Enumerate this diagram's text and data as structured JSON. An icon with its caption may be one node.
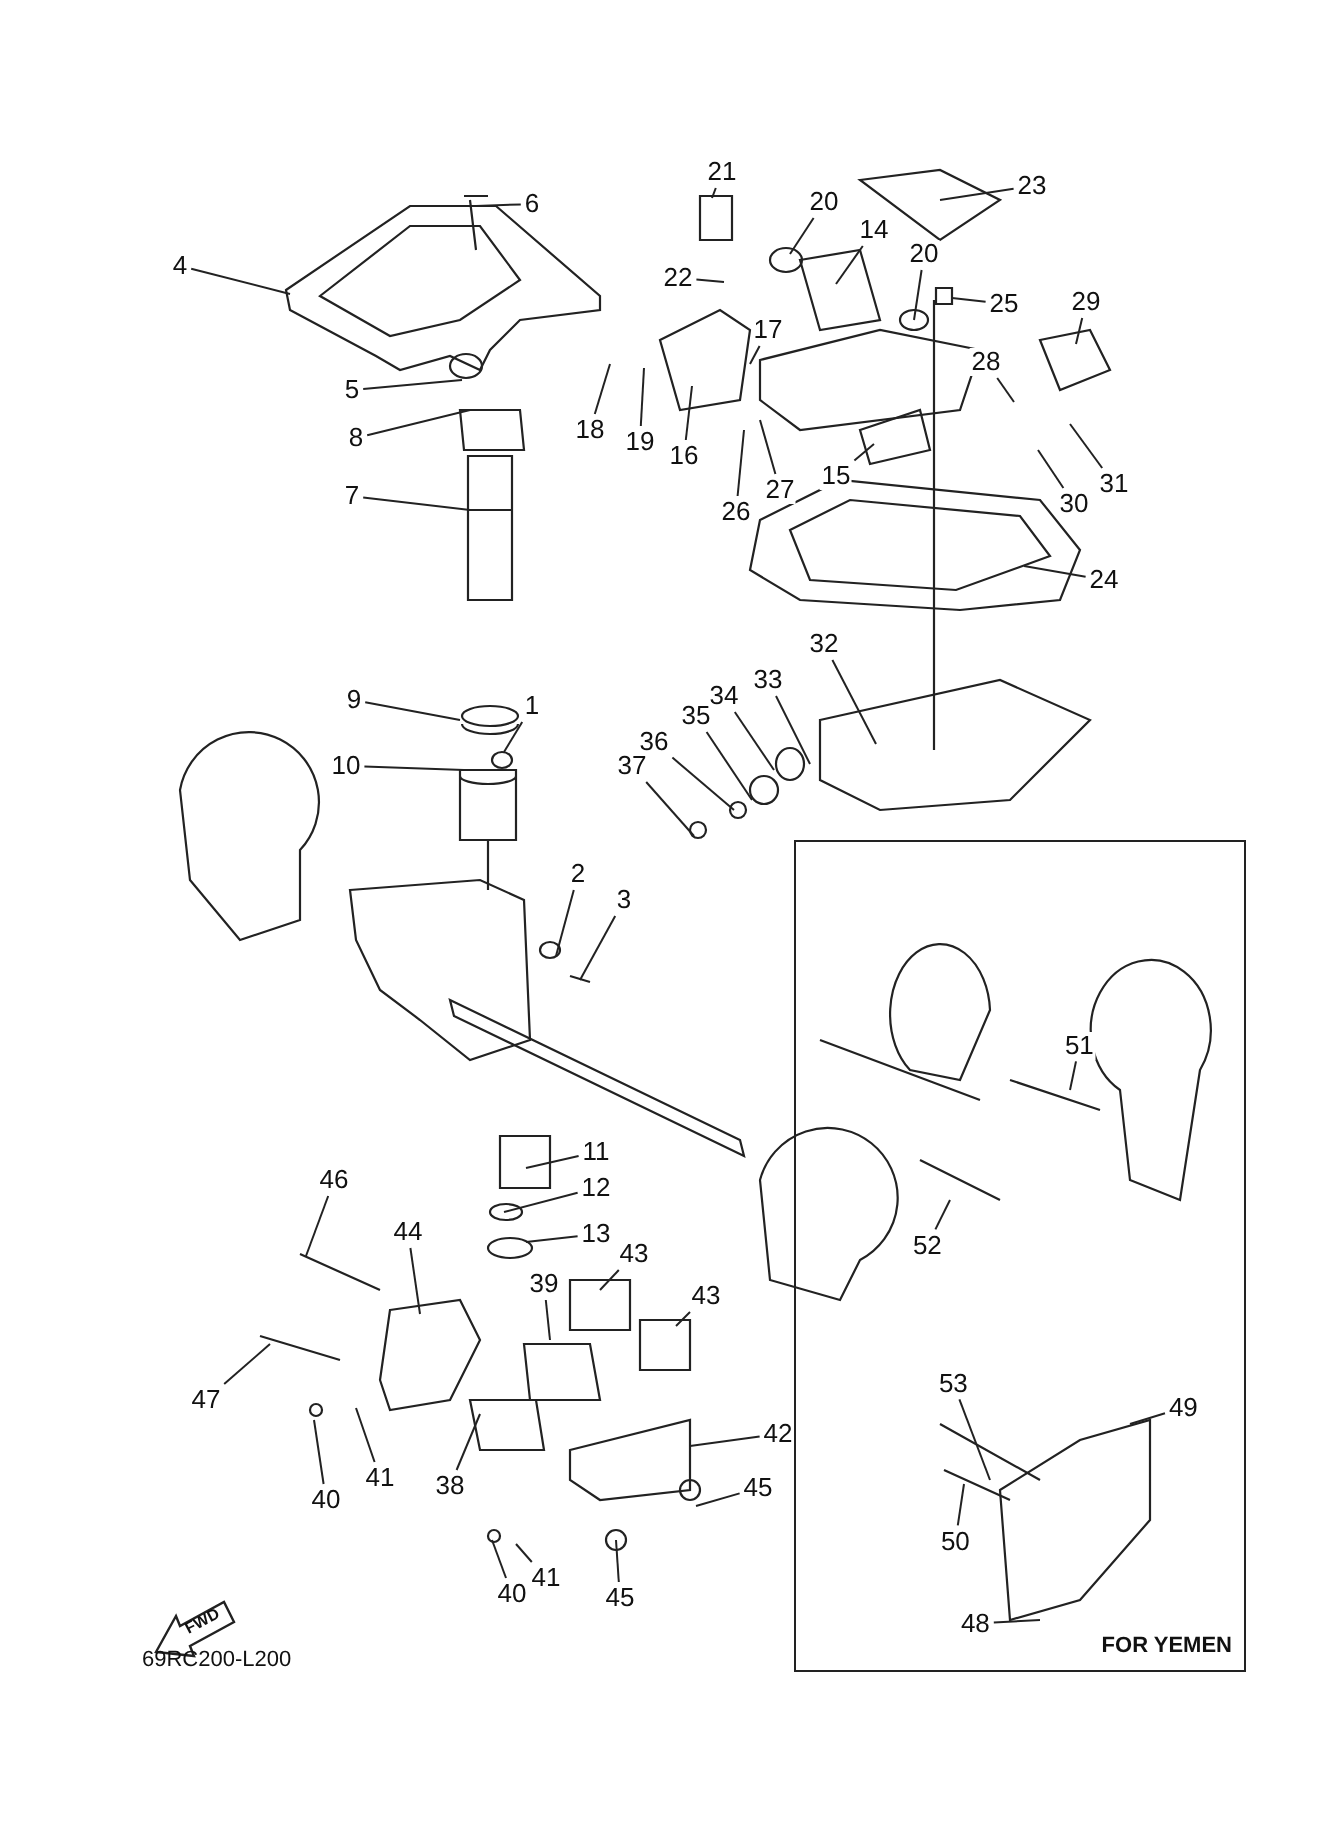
{
  "diagram": {
    "nodes": [
      {
        "text": [
          "6"
        ]
      },
      {
        "text": [
          "4"
        ]
      },
      {
        "text": [
          "21"
        ]
      },
      {
        "text": [
          "20"
        ]
      },
      {
        "text": [
          "23"
        ]
      },
      {
        "text": [
          "14"
        ]
      },
      {
        "text": [
          "20"
        ]
      },
      {
        "text": [
          "22"
        ]
      },
      {
        "text": [
          "25"
        ]
      },
      {
        "text": [
          "29"
        ]
      },
      {
        "text": [
          "17"
        ]
      },
      {
        "text": [
          "5"
        ]
      },
      {
        "text": [
          "18"
        ]
      },
      {
        "text": [
          "19"
        ]
      },
      {
        "text": [
          "16"
        ]
      },
      {
        "text": [
          "8"
        ]
      },
      {
        "text": [
          "28"
        ]
      },
      {
        "text": [
          "27"
        ]
      },
      {
        "text": [
          "26"
        ]
      },
      {
        "text": [
          "15"
        ]
      },
      {
        "text": [
          "30"
        ]
      },
      {
        "text": [
          "31"
        ]
      },
      {
        "text": [
          "24"
        ]
      },
      {
        "text": [
          "7"
        ]
      },
      {
        "text": [
          "32"
        ]
      },
      {
        "text": [
          "33"
        ]
      },
      {
        "text": [
          "34"
        ]
      },
      {
        "text": [
          "35"
        ]
      },
      {
        "text": [
          "36"
        ]
      },
      {
        "text": [
          "37"
        ]
      },
      {
        "text": [
          "9"
        ]
      },
      {
        "text": [
          "1"
        ]
      },
      {
        "text": [
          "10"
        ]
      },
      {
        "text": [
          "2"
        ]
      },
      {
        "text": [
          "3"
        ]
      },
      {
        "text": [
          "11"
        ]
      },
      {
        "text": [
          "12"
        ]
      },
      {
        "text": [
          "13"
        ]
      },
      {
        "text": [
          "46"
        ]
      },
      {
        "text": [
          "44"
        ]
      },
      {
        "text": [
          "39"
        ]
      },
      {
        "text": [
          "43"
        ]
      },
      {
        "text": [
          "43"
        ]
      },
      {
        "text": [
          "47"
        ]
      },
      {
        "text": [
          "42"
        ]
      },
      {
        "text": [
          "40"
        ]
      },
      {
        "text": [
          "41"
        ]
      },
      {
        "text": [
          "38"
        ]
      },
      {
        "text": [
          "45"
        ]
      },
      {
        "text": [
          "40"
        ]
      },
      {
        "text": [
          "41"
        ]
      },
      {
        "text": [
          "45"
        ]
      },
      {
        "text": [
          "FOR YEMEN"
        ]
      },
      {
        "text": [
          "51"
        ],
        "in": 52
      },
      {
        "text": [
          "52"
        ],
        "in": 52
      },
      {
        "text": [
          "53"
        ],
        "in": 52
      },
      {
        "text": [
          "49"
        ],
        "in": 52
      },
      {
        "text": [
          "50"
        ],
        "in": 52
      },
      {
        "text": [
          "48"
        ],
        "in": 52
      }
    ],
    "edges": [
      {
        "from": 0,
        "to": null,
        "arrow": "none"
      },
      {
        "from": 1,
        "to": null,
        "arrow": "none"
      },
      {
        "from": 2,
        "to": null,
        "arrow": "none"
      },
      {
        "from": 3,
        "to": null,
        "arrow": "none"
      },
      {
        "from": 4,
        "to": null,
        "arrow": "none"
      },
      {
        "from": 5,
        "to": null,
        "arrow": "none"
      },
      {
        "from": 6,
        "to": null,
        "arrow": "none"
      },
      {
        "from": 7,
        "to": null,
        "arrow": "none"
      },
      {
        "from": 8,
        "to": null,
        "arrow": "none"
      },
      {
        "from": 9,
        "to": null,
        "arrow": "none"
      },
      {
        "from": 10,
        "to": null,
        "arrow": "none"
      },
      {
        "from": 11,
        "to": null,
        "arrow": "none"
      },
      {
        "from": 12,
        "to": null,
        "arrow": "none"
      },
      {
        "from": 13,
        "to": null,
        "arrow": "none"
      },
      {
        "from": 14,
        "to": null,
        "arrow": "none"
      },
      {
        "from": 15,
        "to": null,
        "arrow": "none"
      },
      {
        "from": 16,
        "to": null,
        "arrow": "none"
      },
      {
        "from": 17,
        "to": null,
        "arrow": "none"
      },
      {
        "from": 18,
        "to": null,
        "arrow": "none"
      },
      {
        "from": 19,
        "to": null,
        "arrow": "none"
      },
      {
        "from": 20,
        "to": null,
        "arrow": "none"
      },
      {
        "from": 21,
        "to": null,
        "arrow": "none"
      },
      {
        "from": 22,
        "to": null,
        "arrow": "none"
      },
      {
        "from": 23,
        "to": null,
        "arrow": "none"
      },
      {
        "from": 24,
        "to": null,
        "arrow": "none"
      },
      {
        "from": 25,
        "to": null,
        "arrow": "none"
      },
      {
        "from": 26,
        "to": null,
        "arrow": "none"
      },
      {
        "from": 27,
        "to": null,
        "arrow": "none"
      },
      {
        "from": 28,
        "to": null,
        "arrow": "none"
      },
      {
        "from": 29,
        "to": null,
        "arrow": "none"
      },
      {
        "from": 30,
        "to": null,
        "arrow": "none"
      },
      {
        "from": 31,
        "to": null,
        "arrow": "none"
      },
      {
        "from": 32,
        "to": null,
        "arrow": "none"
      },
      {
        "from": 33,
        "to": null,
        "arrow": "none"
      },
      {
        "from": 34,
        "to": null,
        "arrow": "none"
      },
      {
        "from": 35,
        "to": null,
        "arrow": "none"
      },
      {
        "from": 36,
        "to": null,
        "arrow": "none"
      },
      {
        "from": 37,
        "to": null,
        "arrow": "none"
      },
      {
        "from": 38,
        "to": null,
        "arrow": "none"
      },
      {
        "from": 39,
        "to": null,
        "arrow": "none"
      },
      {
        "from": 40,
        "to": null,
        "arrow": "none"
      },
      {
        "from": 41,
        "to": null,
        "arrow": "none"
      },
      {
        "from": 42,
        "to": null,
        "arrow": "none"
      },
      {
        "from": 43,
        "to": null,
        "arrow": "none"
      },
      {
        "from": 44,
        "to": null,
        "arrow": "none"
      },
      {
        "from": 45,
        "to": null,
        "arrow": "none"
      },
      {
        "from": 46,
        "to": null,
        "arrow": "none"
      },
      {
        "from": 47,
        "to": null,
        "arrow": "none"
      },
      {
        "from": 48,
        "to": null,
        "arrow": "none"
      },
      {
        "from": 49,
        "to": null,
        "arrow": "none"
      },
      {
        "from": 50,
        "to": null,
        "arrow": "none"
      },
      {
        "from": 51,
        "to": null,
        "arrow": "none"
      },
      {
        "from": 53,
        "to": null,
        "arrow": "none"
      },
      {
        "from": 54,
        "to": null,
        "arrow": "none"
      },
      {
        "from": 55,
        "to": null,
        "arrow": "none"
      },
      {
        "from": 56,
        "to": null,
        "arrow": "none"
      },
      {
        "from": 57,
        "to": null,
        "arrow": "none"
      },
      {
        "from": 58,
        "to": null,
        "arrow": "none"
      }
    ],
    "labels": [
      "FWD",
      "69RC200-L200"
    ]
  }
}
